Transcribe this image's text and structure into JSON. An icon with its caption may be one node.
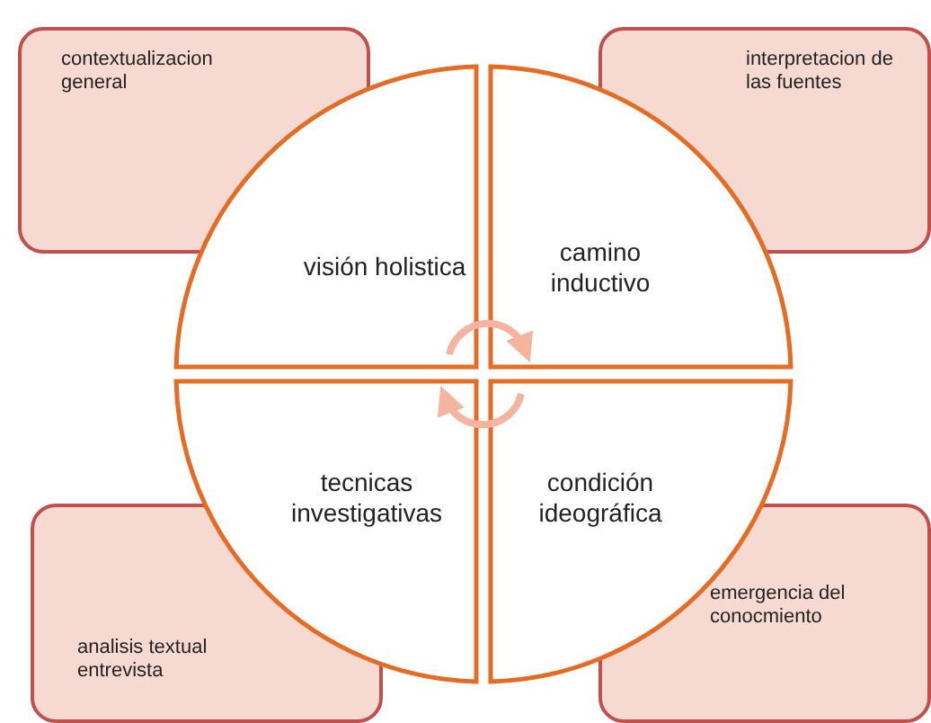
{
  "diagram": {
    "nodes": [
      {
        "text": [
          "contextualizacion general"
        ]
      },
      {
        "text": [
          "interpretacion de las fuentes"
        ]
      },
      {
        "text": [
          "visión holistica"
        ]
      },
      {
        "text": [
          "camino inductivo"
        ]
      },
      {
        "text": [
          "tecnicas investigativas"
        ]
      },
      {
        "text": [
          "condición ideográfica"
        ]
      },
      {
        "text": [
          "analisis textual entrevista"
        ]
      },
      {
        "text": [
          "emergencia del conocmiento"
        ]
      }
    ],
    "edges": [
      {
        "from": 2,
        "to": 3,
        "arrow": "to"
      },
      {
        "from": 5,
        "to": 4,
        "arrow": "to"
      }
    ]
  }
}
